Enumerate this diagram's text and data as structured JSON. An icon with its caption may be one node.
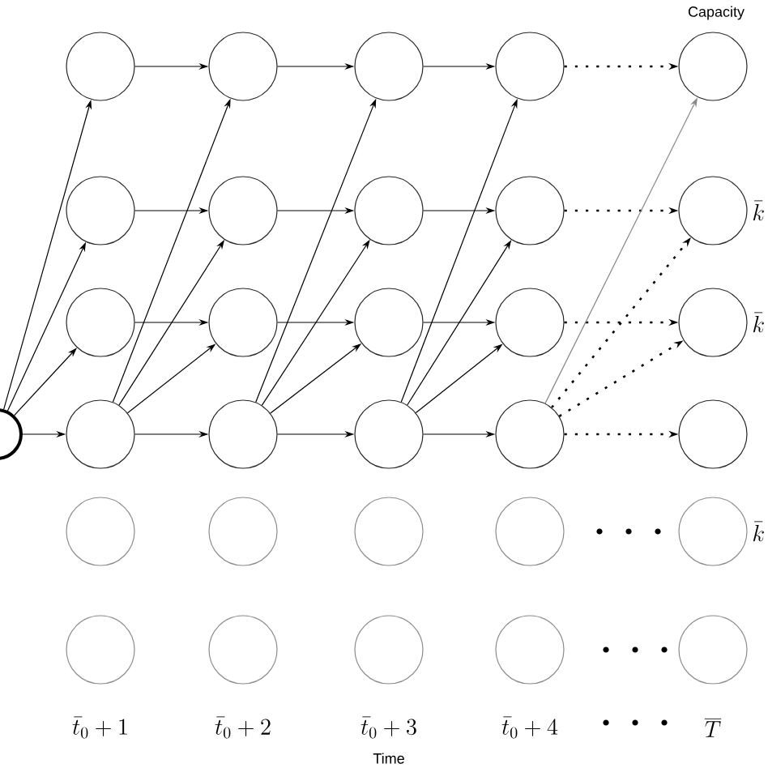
{
  "diagram": {
    "nodes": [
      {
        "text": [],
        "shape": "circle"
      },
      {
        "text": [],
        "shape": "circle"
      },
      {
        "text": [],
        "shape": "circle"
      },
      {
        "text": [],
        "shape": "circle"
      },
      {
        "text": [],
        "shape": "circle"
      },
      {
        "text": [],
        "shape": "circle"
      },
      {
        "text": [],
        "shape": "circle"
      },
      {
        "text": [],
        "shape": "circle"
      },
      {
        "text": [],
        "shape": "circle"
      },
      {
        "text": [],
        "shape": "circle"
      },
      {
        "text": [],
        "shape": "circle"
      },
      {
        "text": [],
        "shape": "circle"
      },
      {
        "text": [],
        "shape": "circle"
      },
      {
        "text": [],
        "shape": "circle"
      },
      {
        "text": [],
        "shape": "circle"
      },
      {
        "text": [],
        "shape": "circle"
      },
      {
        "text": [],
        "shape": "circle"
      },
      {
        "text": [],
        "shape": "circle"
      },
      {
        "text": [],
        "shape": "circle"
      },
      {
        "text": [],
        "shape": "circle"
      },
      {
        "text": [],
        "shape": "circle"
      },
      {
        "text": [],
        "shape": "circle"
      },
      {
        "text": [],
        "shape": "circle"
      },
      {
        "text": [],
        "shape": "circle"
      },
      {
        "text": [],
        "shape": "circle"
      },
      {
        "text": [],
        "shape": "circle"
      },
      {
        "text": [],
        "shape": "circle"
      },
      {
        "text": [],
        "shape": "circle"
      },
      {
        "text": [],
        "shape": "circle"
      },
      {
        "text": [],
        "shape": "circle"
      },
      {
        "text": [],
        "shape": "circle"
      }
    ],
    "edges": [
      {
        "from": 0,
        "to": 1,
        "arrow": "to"
      },
      {
        "from": 0,
        "to": 6,
        "arrow": "to"
      },
      {
        "from": 0,
        "to": 11,
        "arrow": "to"
      },
      {
        "from": 0,
        "to": 16,
        "arrow": "to"
      },
      {
        "from": 1,
        "to": 2,
        "arrow": "to"
      },
      {
        "from": 2,
        "to": 3,
        "arrow": "to"
      },
      {
        "from": 3,
        "to": 4,
        "arrow": "to"
      },
      {
        "from": 4,
        "to": 5,
        "arrow": "to",
        "style": "dashed"
      },
      {
        "from": 6,
        "to": 7,
        "arrow": "to"
      },
      {
        "from": 7,
        "to": 8,
        "arrow": "to"
      },
      {
        "from": 8,
        "to": 9,
        "arrow": "to"
      },
      {
        "from": 9,
        "to": 10,
        "arrow": "to",
        "style": "dashed"
      },
      {
        "from": 11,
        "to": 12,
        "arrow": "to"
      },
      {
        "from": 12,
        "to": 13,
        "arrow": "to"
      },
      {
        "from": 13,
        "to": 14,
        "arrow": "to"
      },
      {
        "from": 14,
        "to": 15,
        "arrow": "to",
        "style": "dashed"
      },
      {
        "from": 16,
        "to": 17,
        "arrow": "to"
      },
      {
        "from": 17,
        "to": 18,
        "arrow": "to"
      },
      {
        "from": 18,
        "to": 19,
        "arrow": "to"
      },
      {
        "from": 19,
        "to": 20,
        "arrow": "to",
        "style": "dashed"
      },
      {
        "from": 16,
        "to": 2,
        "arrow": "to"
      },
      {
        "from": 16,
        "to": 7,
        "arrow": "to"
      },
      {
        "from": 16,
        "to": 12,
        "arrow": "to"
      },
      {
        "from": 17,
        "to": 3,
        "arrow": "to"
      },
      {
        "from": 17,
        "to": 8,
        "arrow": "to"
      },
      {
        "from": 17,
        "to": 13,
        "arrow": "to"
      },
      {
        "from": 18,
        "to": 4,
        "arrow": "to"
      },
      {
        "from": 18,
        "to": 9,
        "arrow": "to"
      },
      {
        "from": 18,
        "to": 14,
        "arrow": "to"
      },
      {
        "from": 19,
        "to": 5,
        "arrow": "to",
        "color": "#888888"
      },
      {
        "from": 19,
        "to": 10,
        "arrow": "to",
        "style": "dashed"
      },
      {
        "from": 19,
        "to": 15,
        "arrow": "to",
        "style": "dashed"
      }
    ],
    "labels": [
      "Capacity",
      "\\bar{k}",
      "\\bar{k}",
      "\\bar{k}",
      "\\bar{t}_0+1",
      "\\bar{t}_0+2",
      "\\bar{t}_0+3",
      "\\bar{t}_0+4",
      "\\overline{T}",
      "Time"
    ]
  }
}
